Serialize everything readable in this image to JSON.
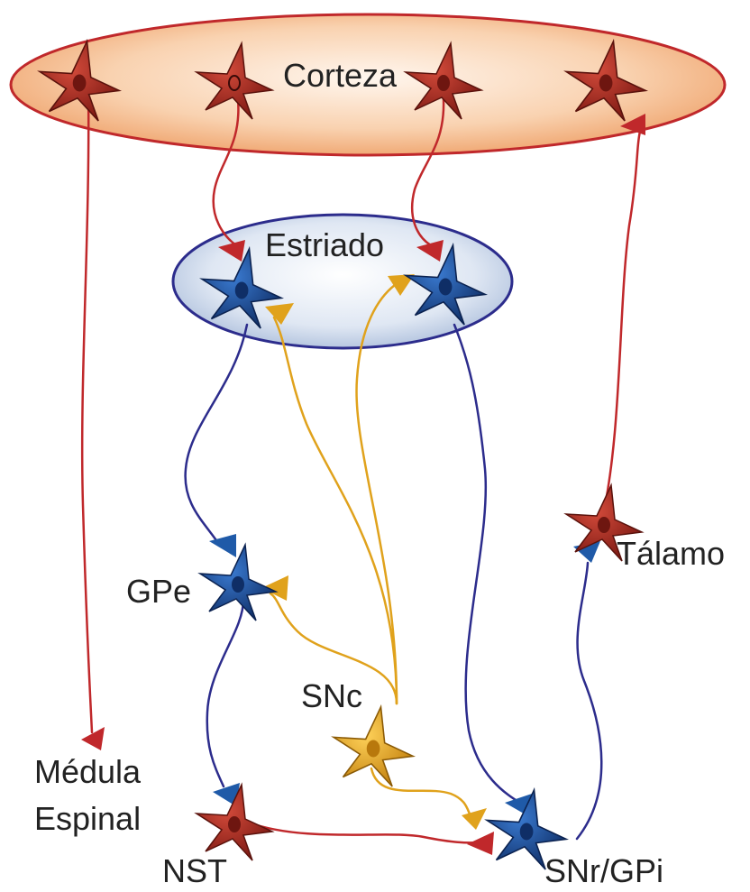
{
  "labels": {
    "corteza": "Corteza",
    "estriado": "Estriado",
    "gpe": "GPe",
    "talamo": "Tálamo",
    "snc": "SNc",
    "medula_line1": "Médula",
    "medula_line2": "Espinal",
    "nst": "NST",
    "snr_gpi": "SNr/GPi"
  },
  "colors": {
    "excitatory": "#c0282b",
    "inhibitory": "#2c2c8c",
    "dopaminergic": "#e0a21c",
    "neuron_red": "#b52a22",
    "neuron_blue": "#1c4f9c",
    "neuron_gold": "#e8a21a",
    "cortex_fill": "#f5b98a",
    "cortex_stroke": "#c0282b",
    "striatum_fill": "#c9d6ea",
    "striatum_stroke": "#2c2c8c"
  }
}
